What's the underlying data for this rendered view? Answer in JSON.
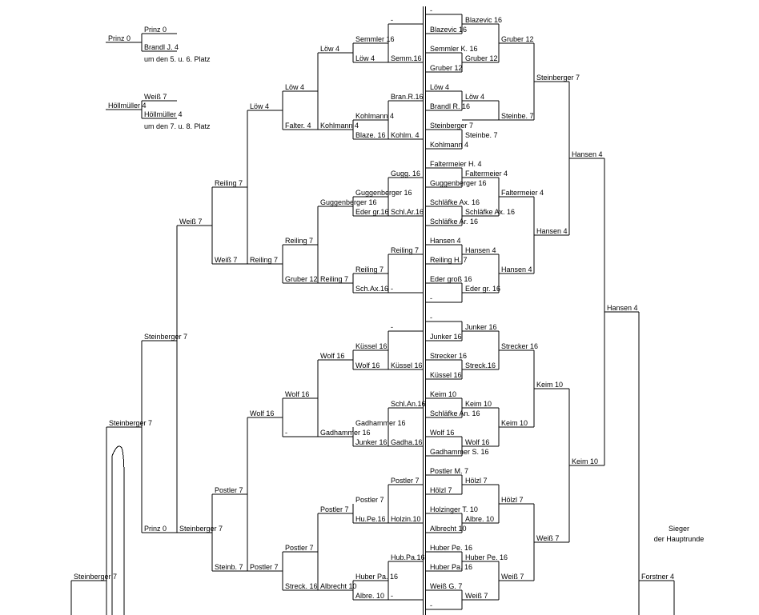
{
  "bracket": {
    "players": {
      "prinz0": "Prinz 0",
      "brandl": "Brandl J. 4",
      "weiss7": "Weiß 7",
      "hoellmueller": "Höllmüller 4",
      "loew4": "Löw 4",
      "semmler": "Semmler 16",
      "semm": "Semm.16",
      "bran": "Bran.R.16",
      "kohlmann": "Kohlmann 4",
      "falter": "Falter. 4",
      "blaze": "Blaze. 16",
      "kohlm": "Kohlm. 4",
      "reiling7": "Reiling 7",
      "gugg": "Gugg. 16",
      "guggenberger": "Guggenberger 16",
      "edergr": "Eder gr.16",
      "schlar": "Schl.Ar.16",
      "gruber12": "Gruber 12",
      "schax": "Sch.Ax.16",
      "steinberger7": "Steinberger 7",
      "kuessel": "Küssel 16",
      "wolf16": "Wolf 16",
      "schlan": "Schl.An.16",
      "gadhammer": "Gadhammer 16",
      "junker": "Junker 16",
      "gadha": "Gadha.16",
      "postler7": "Postler 7",
      "hupe": "Hu.Pe.16",
      "holzin": "Holzin.10",
      "steinb": "Steinb. 7",
      "hubpa": "Hub.Pa.16",
      "streck": "Streck. 16",
      "huberpa": "Huber Pa. 16",
      "albrecht": "Albrecht 10",
      "albre": "Albre. 10",
      "blazevic": "Blazevic 16",
      "semmlerk": "Semmler K. 16",
      "gruber12r": "Gruber 12",
      "brandlr": "Brandl R. 16",
      "steinbe": "Steinbe. 7",
      "faltermeierh": "Faltermeier H. 4",
      "faltermeier": "Faltermeier 4",
      "schlaefkeax": "Schläfke Ax. 16",
      "schlaefkear": "Schläfke Ar. 16",
      "hansen4": "Hansen 4",
      "reilingh": "Reiling H. 7",
      "edergross": "Eder groß 16",
      "edergr2": "Eder gr. 16",
      "junker16": "Junker 16",
      "strecker": "Strecker 16",
      "streck2": "Streck.16",
      "keim10": "Keim 10",
      "schlaefkean": "Schläfke An. 16",
      "gadhammers": "Gadhammer S. 16",
      "postlerm": "Postler M. 7",
      "hoelzl": "Hölzl 7",
      "holzinger": "Holzinger T. 10",
      "albre2": "Albre. 10",
      "huberpe": "Huber Pe. 16",
      "weissg": "Weiß G. 7",
      "forstner": "Forstner 4",
      "dash": "-"
    },
    "notes": {
      "place56": "um den 5. u. 6. Platz",
      "place78": "um den 7. u. 8. Platz",
      "winner_line1": "Sieger",
      "winner_line2": "der Hauptrunde"
    }
  }
}
